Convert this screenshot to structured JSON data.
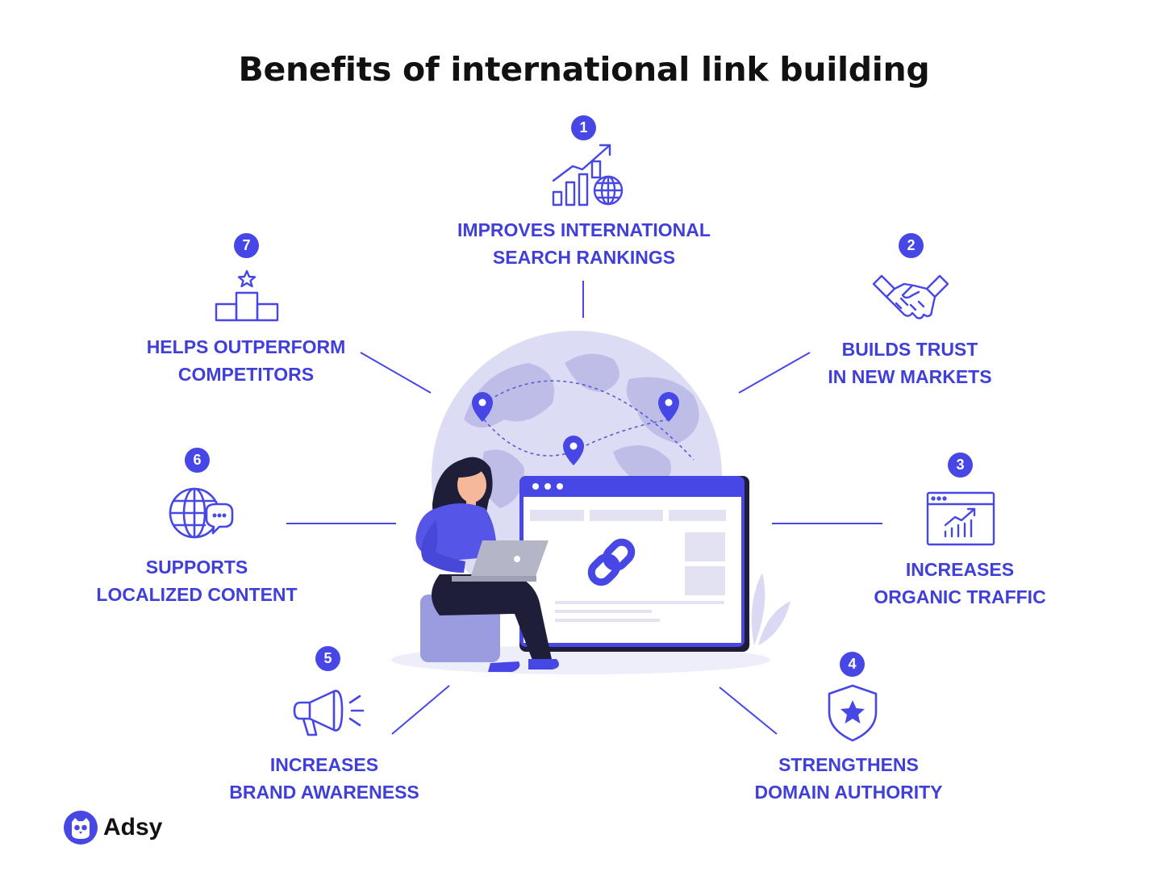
{
  "title": "Benefits of international link building",
  "benefits": [
    {
      "number": "1",
      "lines": [
        "IMPROVES INTERNATIONAL",
        "SEARCH RANKINGS"
      ],
      "icon": "growth-chart-globe-icon"
    },
    {
      "number": "2",
      "lines": [
        "BUILDS TRUST",
        "IN NEW MARKETS"
      ],
      "icon": "handshake-icon"
    },
    {
      "number": "3",
      "lines": [
        "INCREASES",
        "ORGANIC TRAFFIC"
      ],
      "icon": "browser-chart-icon"
    },
    {
      "number": "4",
      "lines": [
        "STRENGTHENS",
        "DOMAIN AUTHORITY"
      ],
      "icon": "shield-star-icon"
    },
    {
      "number": "5",
      "lines": [
        "INCREASES",
        "BRAND AWARENESS"
      ],
      "icon": "megaphone-icon"
    },
    {
      "number": "6",
      "lines": [
        "SUPPORTS",
        "LOCALIZED CONTENT"
      ],
      "icon": "globe-chat-icon"
    },
    {
      "number": "7",
      "lines": [
        "HELPS OUTPERFORM",
        "COMPETITORS"
      ],
      "icon": "podium-star-icon"
    }
  ],
  "brand": {
    "name": "Adsy",
    "logo_icon": "owl-logo-icon"
  },
  "colors": {
    "accent": "#4747e6",
    "label": "#4040d8",
    "globe": "#d9d9f3",
    "land": "#b9b9e6"
  },
  "illustration": "person-with-laptop-and-link-browser-illustration"
}
